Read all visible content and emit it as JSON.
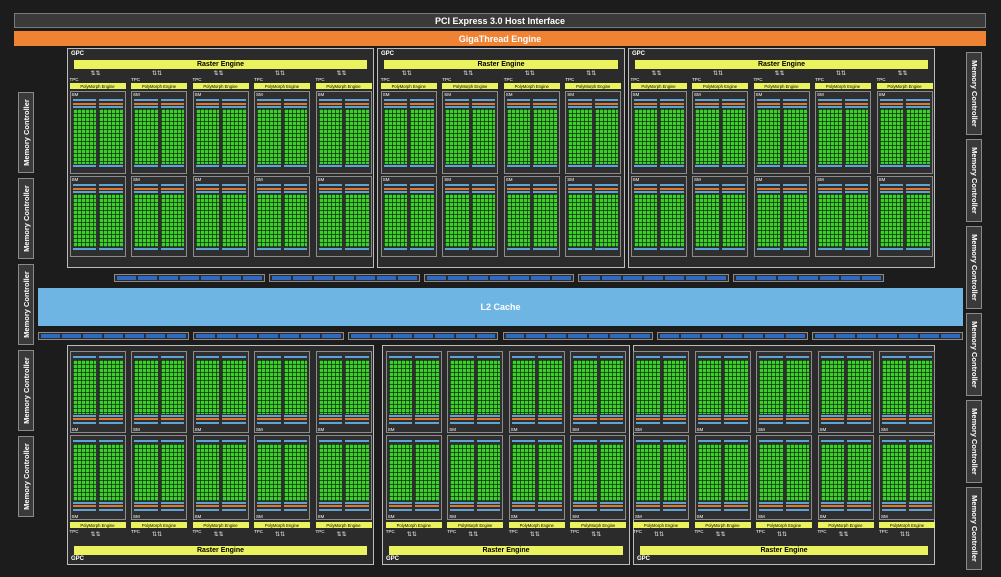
{
  "chip": {
    "host_interface": "PCI Express 3.0 Host Interface",
    "gigathread": "GigaThread Engine",
    "l2": "L2 Cache"
  },
  "memory_controllers": {
    "label": "Memory Controller",
    "left_count": 5,
    "right_count": 6
  },
  "gpc": {
    "label": "GPC",
    "raster_engine": "Raster Engine",
    "tpc_label": "TPC",
    "polymorph": "PolyMorph Engine",
    "sm_label": "SM",
    "top_count": 3,
    "bottom_count": 3,
    "tpc_per_gpc": [
      5,
      4,
      5,
      5,
      4,
      5
    ]
  },
  "colors": {
    "background": "#1c1c1c",
    "host_interface": "#3a3a3a",
    "gigathread": "#f08234",
    "l2_cache": "#6fb5e4",
    "raster_engine": "#eaf35d",
    "cuda_core": "#3ecf2f",
    "register_blue": "#5da3d8",
    "crossbar": "#2d6ac0",
    "warp_orange": "#e0782c"
  },
  "icons": {
    "tpc_arrows": "double-vertical-arrow-icon"
  }
}
